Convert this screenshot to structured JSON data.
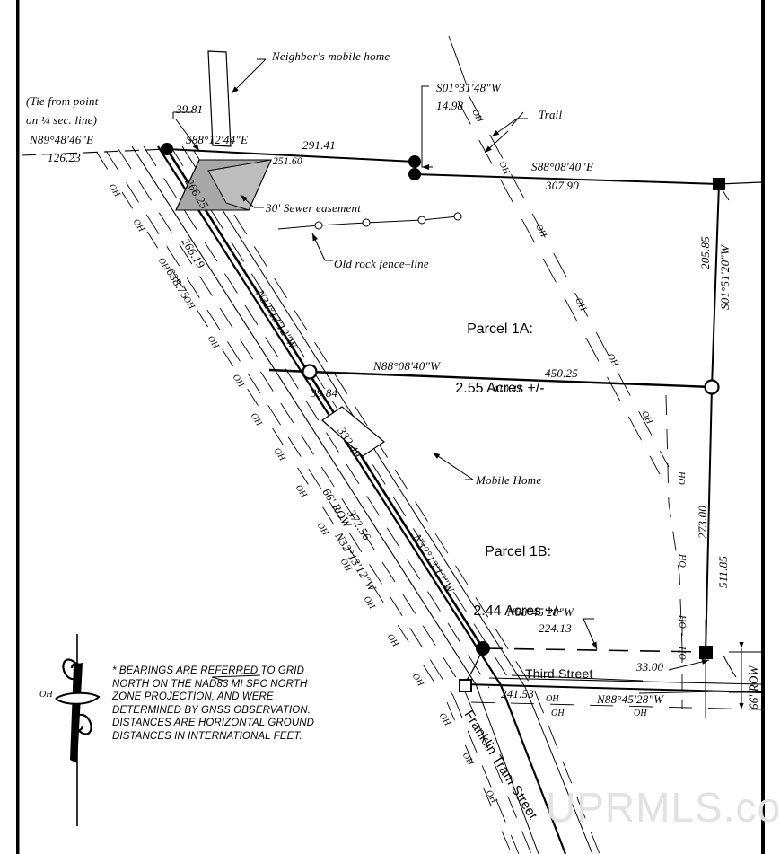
{
  "document": {
    "type": "survey-plat",
    "watermark": "UPRMLS.com"
  },
  "parcels": [
    {
      "name": "Parcel 1A:",
      "area": "2.55 Acres +/-"
    },
    {
      "name": "Parcel 1B:",
      "area": "2.44 Acres +/-"
    }
  ],
  "annotations": {
    "tie_note_line1": "(Tie from point",
    "tie_note_line2": "on ¼ sec. line)",
    "neighbor_mobile_home": "Neighbor's mobile home",
    "sewer_easement": "30' Sewer easement",
    "old_rock_fence": "Old rock fence–line",
    "trail": "Trail",
    "mobile_home": "Mobile Home",
    "third_street": "Third  Street",
    "franklin_tram_street": "Franklin Tram Street",
    "row_left": "66' ROW",
    "row_right": "66' ROW"
  },
  "bearings": {
    "tie_bearing": "N89°48'46\"E",
    "tie_distance": "126.23",
    "north_line_bearing": "S88°12'44\"E",
    "north_line_distance": "291.41",
    "north_line_inner": "251.60",
    "jog_bearing": "S01°31'48\"W",
    "jog_distance": "14.98",
    "north_east_bearing": "S88°08'40\"E",
    "north_east_distance": "307.90",
    "east_line_bearing": "S01°51'20\"W",
    "east_line_distance": "205.85",
    "east_line_lower_a": "273.00",
    "east_line_lower_b": "511.85",
    "split_line_bearing": "N88°08'40\"W",
    "split_line_distance": "450.25",
    "split_line_inner": "410.41",
    "south_line_bearing": "N88°45'28\"W",
    "south_line_distance": "224.13",
    "south_row_bearing": "N88°45'28\"W",
    "south_row_distance": "241.53",
    "south_row_offset": "33.00",
    "west_line_bearing": "N32°13'12\"W",
    "west_line_a": "266.25",
    "west_line_b": "266.19",
    "west_line_c": "638.75",
    "west_line_d": "332.49",
    "west_line_e": "372.56",
    "west_line_f": "39.81",
    "west_line_g": "39.84"
  },
  "utility_label": "OH",
  "survey_note": "* BEARINGS ARE REFERRED TO GRID\nNORTH ON THE NAD83 MI SPC NORTH\nZONE PROJECTION, AND WERE\nDETERMINED BY GNSS OBSERVATION.\nDISTANCES ARE HORIZONTAL GROUND\nDISTANCES IN INTERNATIONAL FEET."
}
